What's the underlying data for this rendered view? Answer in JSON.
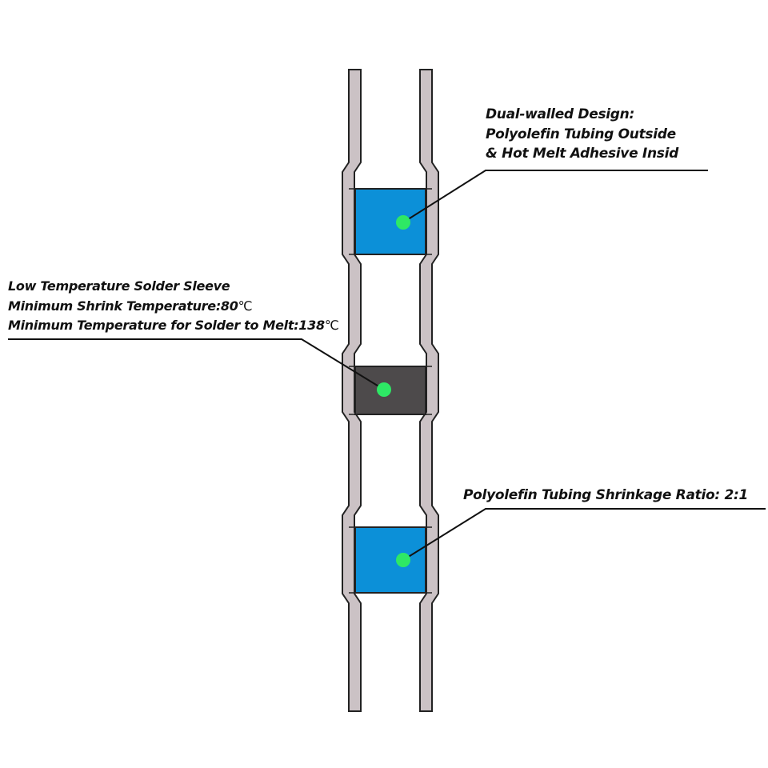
{
  "colors": {
    "background": "#ffffff",
    "tube_fill": "#cbc2c5",
    "tube_stroke": "#222222",
    "sealing_ring": "#0c90d8",
    "solder_ring": "#4d4a4b",
    "marker_dot": "#2ee865",
    "leader_line": "#111111"
  },
  "callouts": {
    "top": {
      "lines": [
        "Dual-walled Design:",
        "Polyolefin Tubing Outside",
        "& Hot Melt Adhesive Insid"
      ]
    },
    "middle": {
      "line1": "Low Temperature Solder Sleeve",
      "line2_text": "Minimum Shrink Temperature:80",
      "line2_unit": "℃",
      "line3_text": "Minimum Temperature for Solder to Melt:138",
      "line3_unit": "℃"
    },
    "bottom": {
      "lines": [
        "Polyolefin Tubing Shrinkage Ratio: 2:1"
      ]
    }
  },
  "components": [
    {
      "name": "upper-sealing-ring",
      "type": "adhesive",
      "color": "sealing_ring"
    },
    {
      "name": "solder-ring",
      "type": "solder",
      "color": "solder_ring"
    },
    {
      "name": "lower-sealing-ring",
      "type": "adhesive",
      "color": "sealing_ring"
    }
  ]
}
